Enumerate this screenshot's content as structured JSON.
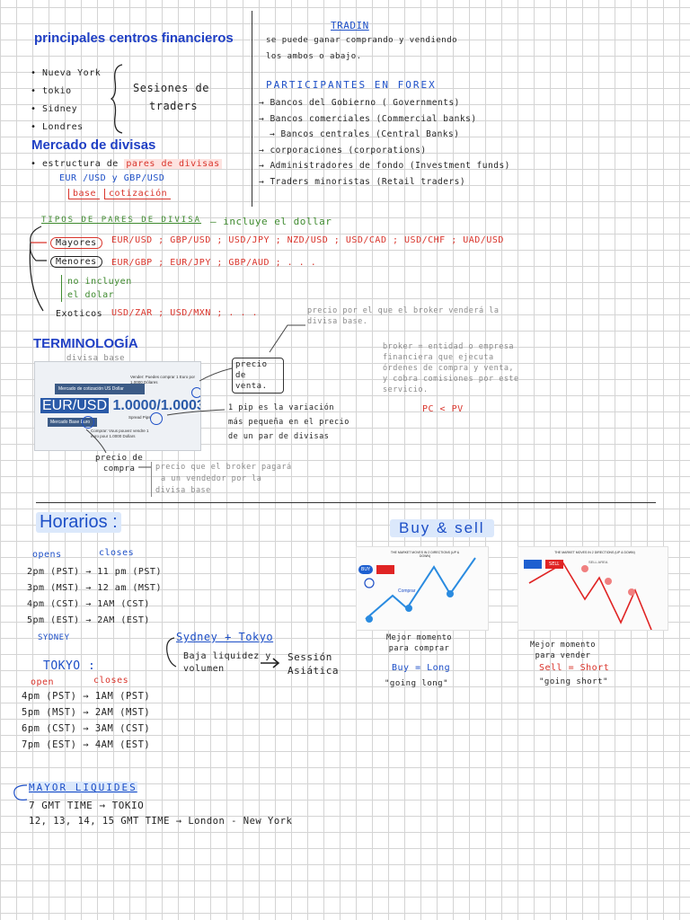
{
  "centros": {
    "title": "principales centros financieros",
    "cities": [
      "• Nueva York",
      "• tokio",
      "• Sidney",
      "• Londres"
    ],
    "note_line1": "Sesiones de",
    "note_line2": "traders"
  },
  "divisas": {
    "title": "Mercado de divisas",
    "estructura_prefix": "• estructura de",
    "estructura_highlight": "pares de divisas",
    "pairs": "EUR /USD   y   GBP/USD",
    "base_label": "base",
    "cotizacion_label": "cotización"
  },
  "tradin": {
    "title": "TRADIN",
    "line1": "se puede ganar comprando y vendiendo",
    "line2": "los ambos o abajo."
  },
  "participantes": {
    "title": "PARTICIPANTES EN FOREX",
    "items": [
      "→ Bancos del Gobierno ( Governments)",
      "→ Bancos comerciales (Commercial banks)",
      "→ Bancos centrales (Central Banks)",
      "→ corporaciones (corporations)",
      "→ Administradores de fondo (Investment funds)",
      "→ Traders minoristas (Retail traders)"
    ]
  },
  "tipos": {
    "title": "TIPOS DE PARES DE DIVISA",
    "incluye_note": "incluye el dollar",
    "mayores_label": "Mayores",
    "mayores_pairs": "EUR/USD  ;  GBP/USD ;  USD/JPY ;  NZD/USD ;  USD/CAD ;  USD/CHF ;  UAD/USD",
    "menores_label": "Menores",
    "menores_pairs": "EUR/GBP  ;  EUR/JPY ;  GBP/AUD ;  . . .",
    "no_incluyen_1": "no incluyen",
    "no_incluyen_2": "el dolar",
    "exoticos_label": "Exoticos",
    "exoticos_pairs": "USD/ZAR  ;  USD/MXN  ;  . . .",
    "precio_venta_note": "precio por el que el broker venderá la divisa base."
  },
  "terminologia": {
    "title": "TERMINOLOGÍA",
    "divisa_base": "divisa base",
    "screenshot": {
      "cotizacion_label": "Mercado de cotización US Dollar",
      "pair_label": "EUR/USD",
      "quote": "1.0000/1.0003",
      "base_market": "Mercado Base Euro",
      "vender_text": "Vender: Puedes comprar 1 Euro por 1.0000 Dólares",
      "comprar_text": "Comprar: Vous pouvez vendre 1 euro pour 1.0000 Dollars",
      "spread_label": "Spread Pips"
    },
    "precio_venta": "precio de venta.",
    "broker_note": "broker = entidad o empresa financiera que ejecuta órdenes de compra y venta, y cobra comisiones por este servicio.",
    "pc_pv": "PC < PV",
    "pip_note_1": "1 pip es la variación",
    "pip_note_2": "más pequeña en el precio",
    "pip_note_3": "de un par de divisas",
    "precio_compra_1": "precio de",
    "precio_compra_2": "compra",
    "precio_compra_note_1": "precio que el broker pagará",
    "precio_compra_note_2": "a un vendedor por la",
    "precio_compra_note_3": "divisa base"
  },
  "horarios": {
    "title": "Horarios :",
    "opens_label": "opens",
    "closes_label": "closes",
    "sydney_rows": [
      "2pm (PST) → 11 pm (PST)",
      "3pm (MST) → 12 am (MST)",
      "4pm (CST) → 1AM (CST)",
      "5pm (EST) → 2AM (EST)"
    ],
    "sydney_label": "SYDNEY",
    "tokyo_title": "TOKYO :",
    "tokyo_open": "open",
    "tokyo_close": "closes",
    "tokyo_rows": [
      "4pm (PST) → 1AM (PST)",
      "5pm (MST) → 2AM (MST)",
      "6pm (CST) → 3AM (CST)",
      "7pm (EST) → 4AM (EST)"
    ],
    "sydney_tokyo_label": "Sydney + Tokyo",
    "baja_1": "Baja liquidez y",
    "baja_2": "volumen",
    "sesion_1": "Sessión",
    "sesion_2": "Asiática"
  },
  "buysell": {
    "title": "Buy & sell",
    "buy_panel_title": "THE MARKET MOVES IN 2 DIRECTIONS (UP & DOWN)",
    "sell_panel_title": "THE MARKET MOVES IN 2 DIRECTIONS (UP & DOWN)",
    "buy_btn": "BUY",
    "sell_btn": "SELL",
    "comprar_label": "Comprar",
    "sell_area": "SELL AREA",
    "mejor_compra_1": "Mejor momento",
    "mejor_compra_2": "para comprar",
    "buy_eq": "Buy = Long",
    "going_long": "\"going long\"",
    "mejor_venta_1": "Mejor momento",
    "mejor_venta_2": "para vender",
    "sell_eq": "Sell = Short",
    "going_short": "\"going short\""
  },
  "liquidez": {
    "title": "MAYOR LIQUIDES",
    "line1": "7 GMT TIME   → TOKIO",
    "line2": "12, 13, 14, 15  GMT TIME → London - New York"
  },
  "colors": {
    "grid": "#d4d4d4",
    "blue": "#1d4fc7",
    "red": "#d9342b",
    "green": "#3f8a2f",
    "orange": "#d8781f"
  }
}
